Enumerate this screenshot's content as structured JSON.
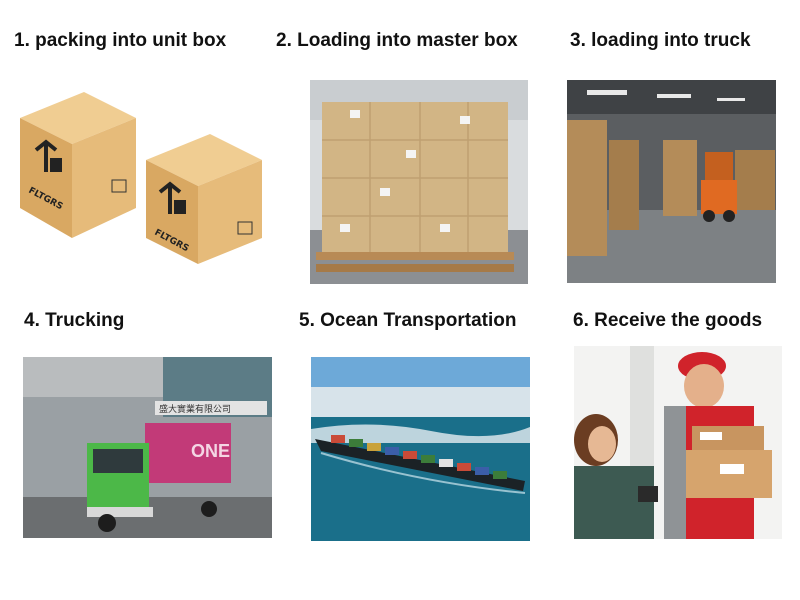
{
  "steps": [
    {
      "title": "1. packing into unit box",
      "image": "cardboard-boxes-image",
      "box_label": "FLTGRS"
    },
    {
      "title": "2. Loading into master box",
      "image": "wrapped-pallet-image"
    },
    {
      "title": "3. loading into truck",
      "image": "warehouse-forklift-image"
    },
    {
      "title": "4. Trucking",
      "image": "container-truck-image",
      "truck_text": "ONE",
      "sign_text": "盛大實業有限公司"
    },
    {
      "title": "5. Ocean Transportation",
      "image": "container-ship-image"
    },
    {
      "title": "6. Receive the goods",
      "image": "delivery-handover-image"
    }
  ],
  "colors": {
    "cardboard": "#e2b877",
    "truck_green": "#4cb848",
    "container_magenta": "#c23a78",
    "sea": "#1a6f8a",
    "courier_red": "#d0232b"
  }
}
